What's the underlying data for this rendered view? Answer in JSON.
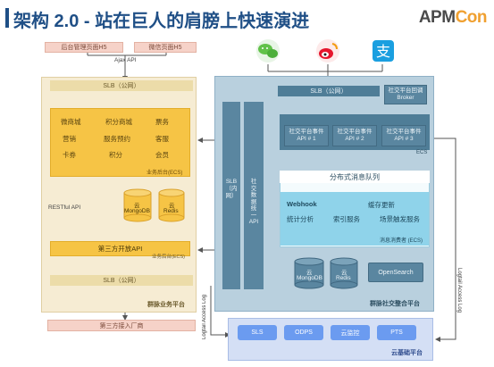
{
  "title": "架构 2.0 - 站在巨人的肩膀上快速演进",
  "brand": {
    "main": "APM",
    "suffix": "Con"
  },
  "top": {
    "backend_h5": "后台管理页面H5",
    "wechat_h5": "微信页面H5",
    "ajax_api": "Ajax API"
  },
  "left": {
    "slb_public_top": "SLB（公网）",
    "services": [
      "微商城",
      "积分商城",
      "票务",
      "营销",
      "服务预约",
      "客服",
      "卡券",
      "积分",
      "会员"
    ],
    "ecs_label": "业务后台(ECS)",
    "restful": "RESTful API",
    "mongodb": [
      "云",
      "MongoDB"
    ],
    "redis": [
      "云",
      "Redis"
    ],
    "open_api": "第三方开放API",
    "open_api_ecs": "业务后台(ECS)",
    "slb_public_bottom": "SLB（公网）",
    "platform_label": "群脉业务平台",
    "vendor": "第三方接入厂商"
  },
  "right": {
    "slb_public": "SLB（公网）",
    "broker": [
      "社交平台回调",
      "Broker"
    ],
    "event_apis": [
      [
        "社交平台事件",
        "API # 1"
      ],
      [
        "社交平台事件",
        "API # 2"
      ],
      [
        "社交平台事件",
        "API # 3"
      ]
    ],
    "ecs_label": "ECS",
    "slb_internal": [
      "SLB",
      "（内",
      "网）"
    ],
    "social_api": [
      "社",
      "交",
      "数",
      "据",
      "统",
      "一",
      "API"
    ],
    "mq_title": "分布式消息队列",
    "mq_items": [
      "Webhook",
      "缓存更新",
      "统计分析",
      "索引服务",
      "场景触发服务"
    ],
    "mq_consumer": "消息消费者 (ECS)",
    "mongodb": [
      "云",
      "MongoDB"
    ],
    "redis": [
      "云",
      "Redis"
    ],
    "opensearch": "OpenSearch",
    "platform_label": "群脉社交整合平台"
  },
  "cloud": {
    "items": [
      "SLS",
      "ODPS",
      "云监控",
      "PTS"
    ],
    "label": "云基础平台"
  },
  "side_labels": {
    "logtail_left": "Logtail Access Log",
    "logtail_right": "Logtail Access Log"
  },
  "icons": [
    "wechat-icon",
    "weibo-icon",
    "alipay-icon"
  ],
  "colors": {
    "title": "#1f4f86",
    "gold": "#f6c445",
    "blue": "#4f7d97",
    "cloud": "#6b9bf0",
    "mq": "#8fd3ea"
  }
}
